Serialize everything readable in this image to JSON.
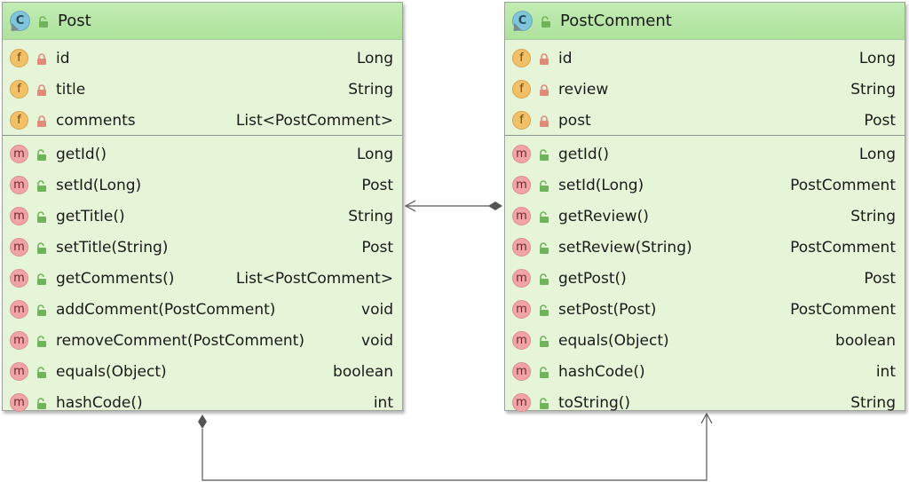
{
  "classes": {
    "post": {
      "kind_badge": "C",
      "name": "Post",
      "fields": [
        {
          "badge": "f",
          "name": "id",
          "type": "Long",
          "visibility": "private"
        },
        {
          "badge": "f",
          "name": "title",
          "type": "String",
          "visibility": "private"
        },
        {
          "badge": "f",
          "name": "comments",
          "type": "List<PostComment>",
          "visibility": "private"
        }
      ],
      "methods": [
        {
          "badge": "m",
          "name": "getId()",
          "type": "Long",
          "visibility": "public"
        },
        {
          "badge": "m",
          "name": "setId(Long)",
          "type": "Post",
          "visibility": "public"
        },
        {
          "badge": "m",
          "name": "getTitle()",
          "type": "String",
          "visibility": "public"
        },
        {
          "badge": "m",
          "name": "setTitle(String)",
          "type": "Post",
          "visibility": "public"
        },
        {
          "badge": "m",
          "name": "getComments()",
          "type": "List<PostComment>",
          "visibility": "public"
        },
        {
          "badge": "m",
          "name": "addComment(PostComment)",
          "type": "void",
          "visibility": "public"
        },
        {
          "badge": "m",
          "name": "removeComment(PostComment)",
          "type": "void",
          "visibility": "public"
        },
        {
          "badge": "m",
          "name": "equals(Object)",
          "type": "boolean",
          "visibility": "public"
        },
        {
          "badge": "m",
          "name": "hashCode()",
          "type": "int",
          "visibility": "public"
        }
      ]
    },
    "postcomment": {
      "kind_badge": "C",
      "name": "PostComment",
      "fields": [
        {
          "badge": "f",
          "name": "id",
          "type": "Long",
          "visibility": "private"
        },
        {
          "badge": "f",
          "name": "review",
          "type": "String",
          "visibility": "private"
        },
        {
          "badge": "f",
          "name": "post",
          "type": "Post",
          "visibility": "private"
        }
      ],
      "methods": [
        {
          "badge": "m",
          "name": "getId()",
          "type": "Long",
          "visibility": "public"
        },
        {
          "badge": "m",
          "name": "setId(Long)",
          "type": "PostComment",
          "visibility": "public"
        },
        {
          "badge": "m",
          "name": "getReview()",
          "type": "String",
          "visibility": "public"
        },
        {
          "badge": "m",
          "name": "setReview(String)",
          "type": "PostComment",
          "visibility": "public"
        },
        {
          "badge": "m",
          "name": "getPost()",
          "type": "Post",
          "visibility": "public"
        },
        {
          "badge": "m",
          "name": "setPost(Post)",
          "type": "PostComment",
          "visibility": "public"
        },
        {
          "badge": "m",
          "name": "equals(Object)",
          "type": "boolean",
          "visibility": "public"
        },
        {
          "badge": "m",
          "name": "hashCode()",
          "type": "int",
          "visibility": "public"
        },
        {
          "badge": "m",
          "name": "toString()",
          "type": "String",
          "visibility": "public"
        }
      ]
    }
  },
  "relations": [
    {
      "from": "PostComment",
      "to": "Post",
      "kind": "composition",
      "source_end": "diamond",
      "target_end": "open-arrow"
    },
    {
      "from": "Post",
      "to": "PostComment",
      "kind": "composition",
      "source_end": "diamond",
      "target_end": "open-arrow"
    }
  ],
  "colors": {
    "class_body": "#e6f5d8",
    "class_header": "#b4e5a2",
    "field_badge": "#f2c067",
    "method_badge": "#f2a3a6",
    "class_badge": "#7fc6dc",
    "private_lock": "#e08a7a",
    "public_lock": "#6fb45a",
    "connector": "#555555"
  }
}
